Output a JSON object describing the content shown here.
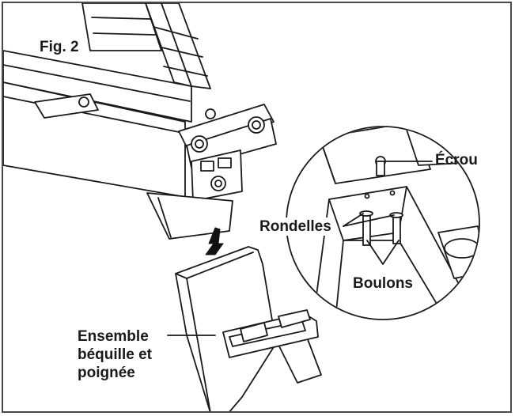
{
  "figure": {
    "title": "Fig. 2"
  },
  "callouts": {
    "nut": "Écrou",
    "washers": "Rondelles",
    "bolts": "Boulons",
    "assembly": [
      "Ensemble",
      "béquille et",
      "poignée"
    ]
  },
  "colors": {
    "line": "#1a1a1a",
    "fill": "#ffffff",
    "frame": "#4a4a4a",
    "arrow": "#111111"
  }
}
